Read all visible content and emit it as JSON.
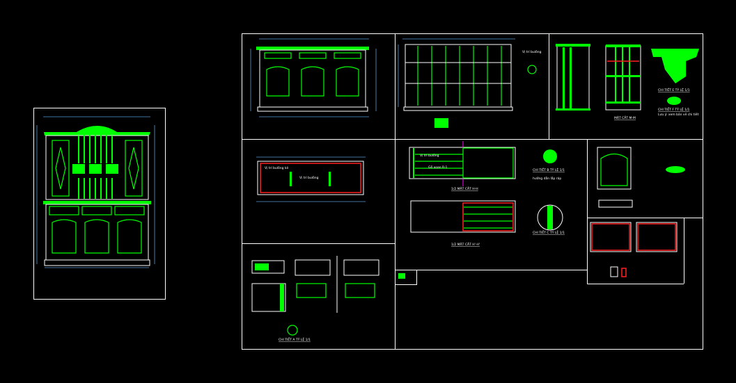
{
  "drawing": {
    "labels": {
      "bolt_position": "Vị trí bulông",
      "bolt_position_2": "Vị trí bulông",
      "wood": "Gỗ xoan R-1",
      "bolt_kiss": "Vị trí bulông kẽ",
      "section_hh": "1/2 MẶT CẮT H-H",
      "section_hh2": "1/2 MẶT CẮT H'-H'",
      "section_mm": "MẶT CẮT M-M",
      "detail_b": "CHI TIẾT B TỶ LỆ 1/1",
      "detail_c": "CHI TIẾT C TỶ LỆ 1/1",
      "detail_e": "CHI TIẾT E TỶ LỆ 1/1",
      "detail_f": "CHI TIẾT F TỶ LỆ 1/1",
      "detail_a": "CHI TIẾT A TỶ LỆ 1/1",
      "note": "Lưu ý: xem bản vẽ chi tiết",
      "note2": "hướng dẫn lắp ráp"
    },
    "colors": {
      "background": "#000000",
      "line": "#ffffff",
      "wood": "#00ff00",
      "dimension": "#5b9bd5",
      "cut": "#ff2020",
      "axis": "#ff00ff"
    }
  }
}
